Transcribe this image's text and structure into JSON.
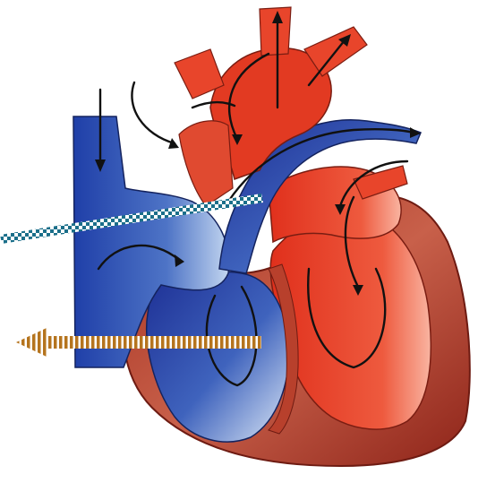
{
  "diagram": {
    "subject": "heart-cross-section",
    "colors": {
      "background": "#ffffff",
      "oxygen_poor": "#1f3fa8",
      "oxygen_poor_light": "#a9c4e8",
      "oxygen_rich": "#e8321e",
      "oxygen_rich_light": "#f7a08a",
      "muscle_wall": "#9b2a1e",
      "muscle_wall_light": "#c96a55",
      "flow_arrow": "#111111",
      "pointer_checkered_a": "#1b6f8a",
      "pointer_checkered_b": "#ffffff",
      "pointer_striped_a": "#b5741e",
      "pointer_striped_b": "#ffffff"
    },
    "pointers": [
      {
        "id": "checkered-pointer",
        "pattern": "checkered",
        "icon": "pointer-line"
      },
      {
        "id": "striped-arrow-pointer",
        "pattern": "striped",
        "icon": "arrow-left-icon"
      }
    ]
  }
}
